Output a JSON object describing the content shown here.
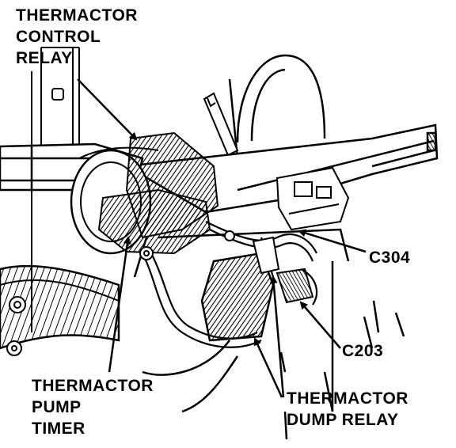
{
  "colors": {
    "ink": "#000000",
    "paper": "#ffffff"
  },
  "labels": {
    "thermactor_control_relay": [
      "THERMACTOR",
      "CONTROL",
      "RELAY"
    ],
    "c304": "C304",
    "c203": "C203",
    "thermactor_pump_timer": [
      "THERMACTOR",
      "PUMP",
      "TIMER"
    ],
    "thermactor_dump_relay": [
      "THERMACTOR",
      "DUMP RELAY"
    ]
  }
}
